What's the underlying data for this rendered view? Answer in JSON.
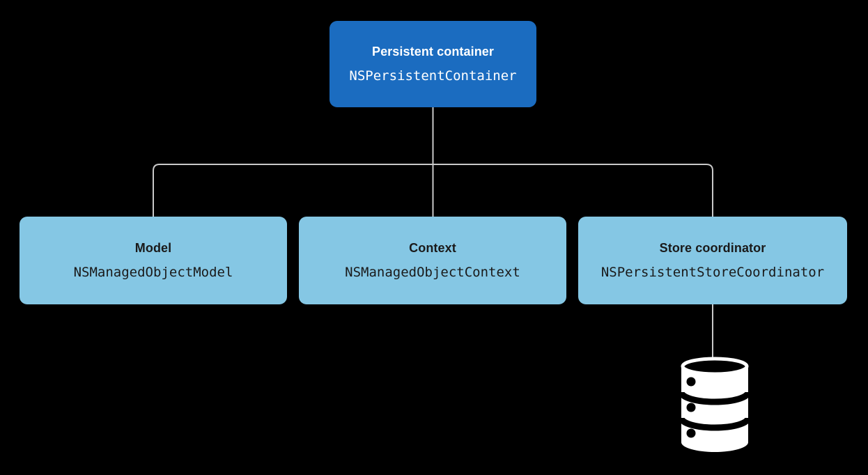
{
  "diagram": {
    "nodes": {
      "persistent_container": {
        "title": "Persistent container",
        "class_name": "NSPersistentContainer"
      },
      "model": {
        "title": "Model",
        "class_name": "NSManagedObjectModel"
      },
      "context": {
        "title": "Context",
        "class_name": "NSManagedObjectContext"
      },
      "store_coordinator": {
        "title": "Store coordinator",
        "class_name": "NSPersistentStoreCoordinator"
      }
    },
    "icons": {
      "database": "database-icon"
    }
  },
  "colors": {
    "background": "#000000",
    "primary_node": "#1B6CC0",
    "secondary_node": "#85C7E4",
    "primary_text": "#FFFFFF",
    "secondary_text": "#1A1A1A",
    "connector": "#C9C9C9",
    "icon": "#FFFFFF"
  }
}
